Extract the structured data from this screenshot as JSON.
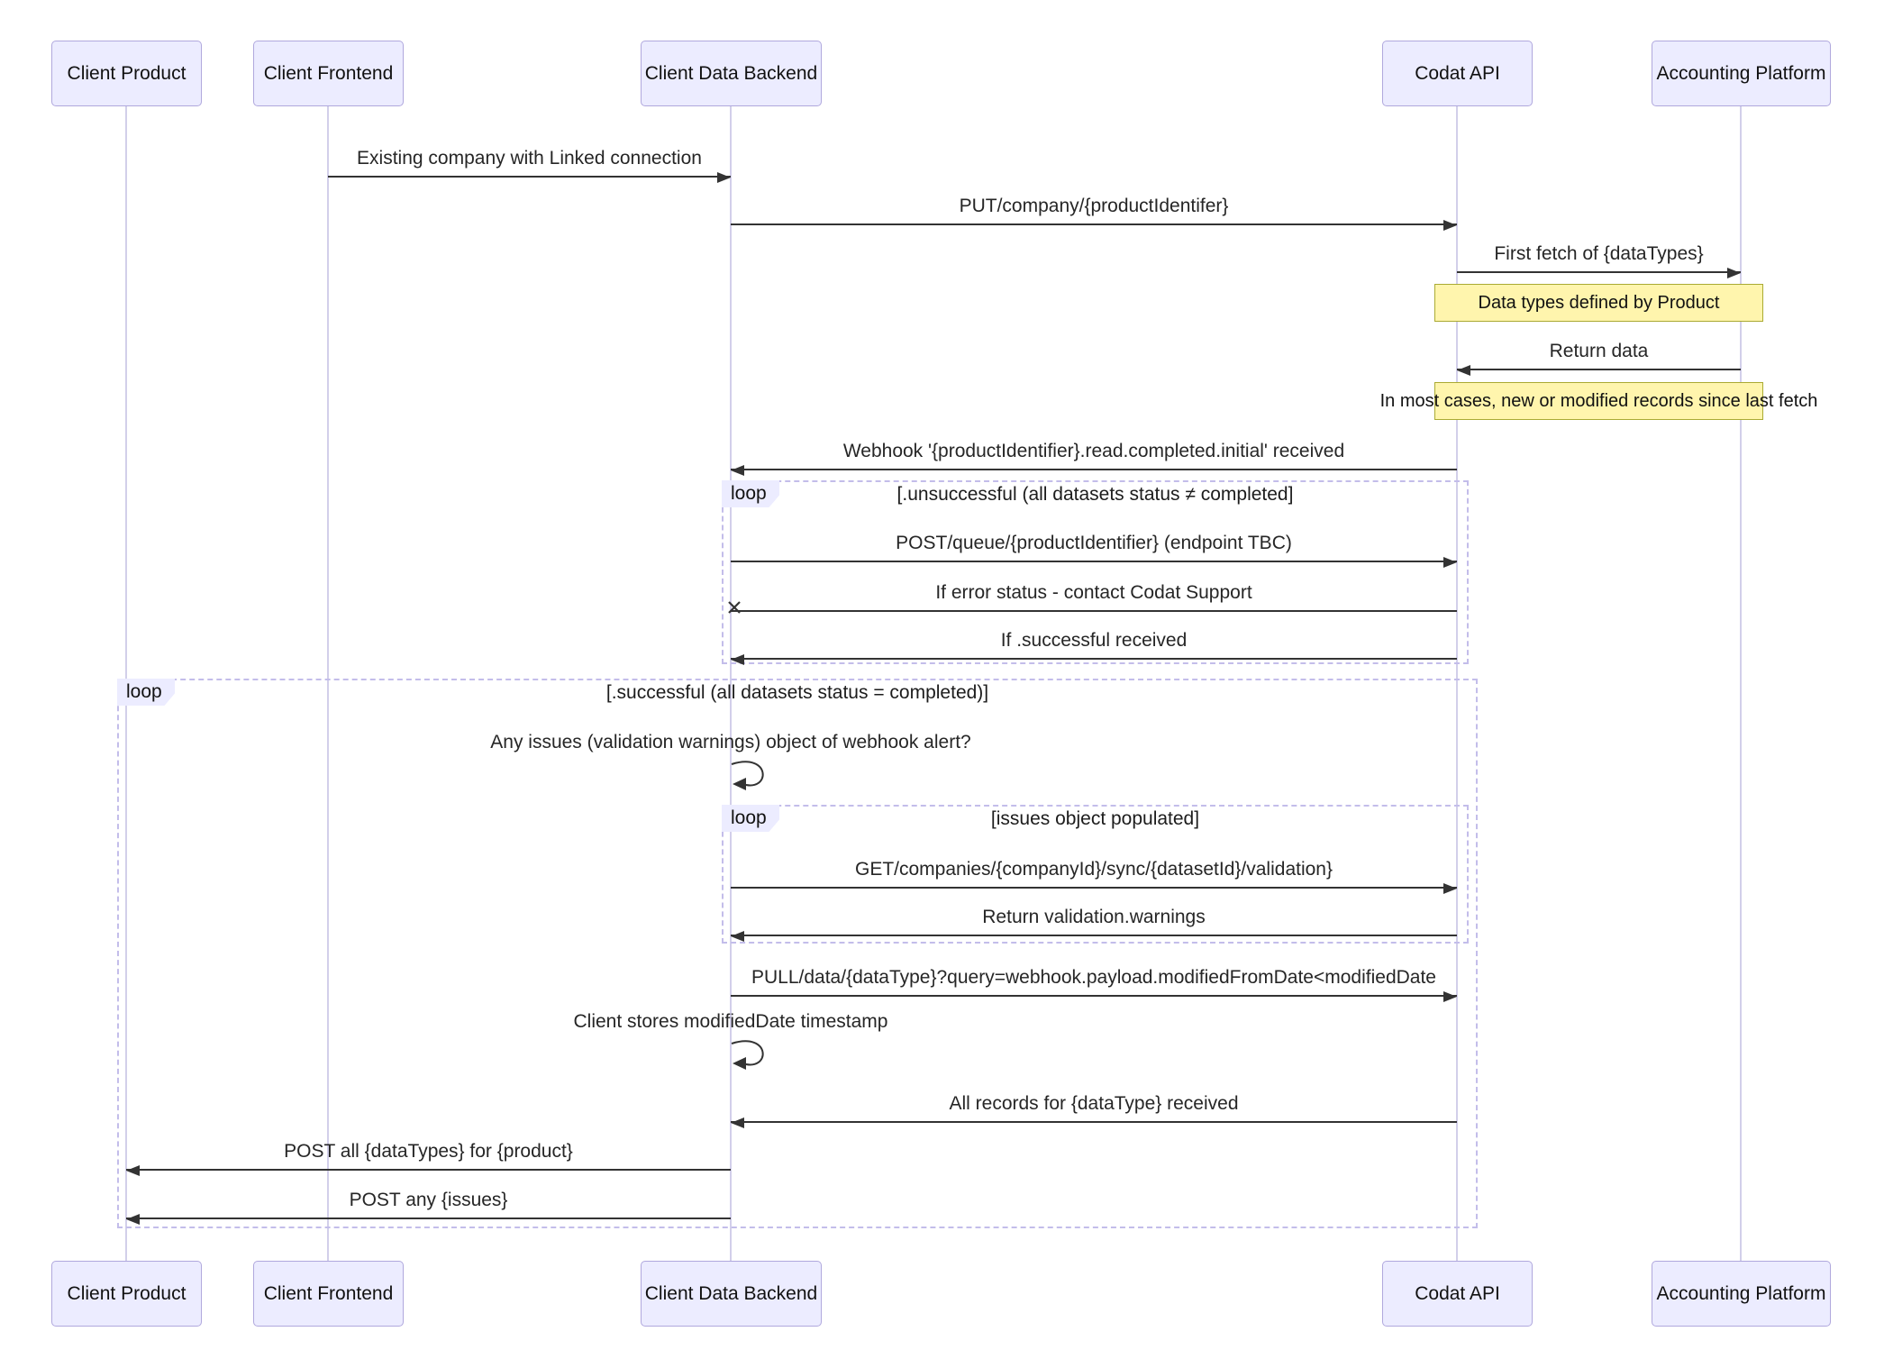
{
  "diagram": {
    "type": "sequence-diagram",
    "participants": [
      {
        "label": "Client Product"
      },
      {
        "label": "Client Frontend"
      },
      {
        "label": "Client Data Backend"
      },
      {
        "label": "Codat API"
      },
      {
        "label": "Accounting Platform"
      }
    ],
    "messages": [
      {
        "text": "Existing company with Linked connection",
        "from": "Client Frontend",
        "to": "Client Data Backend",
        "style": "arrow"
      },
      {
        "text": "PUT/company/{productIdentifer}",
        "from": "Client Data Backend",
        "to": "Codat API",
        "style": "arrow"
      },
      {
        "text": "First fetch of {dataTypes}",
        "from": "Codat API",
        "to": "Accounting Platform",
        "style": "arrow"
      },
      {
        "text": "Return data",
        "from": "Accounting Platform",
        "to": "Codat API",
        "style": "arrow"
      },
      {
        "text": "Webhook '{productIdentifier}.read.completed.initial' received",
        "from": "Codat API",
        "to": "Client Data Backend",
        "style": "arrow"
      },
      {
        "text": "POST/queue/{productIdentifier} (endpoint TBC)",
        "from": "Client Data Backend",
        "to": "Codat API",
        "style": "arrow"
      },
      {
        "text": "If error status - contact Codat Support",
        "from": "Codat API",
        "to": "Client Data Backend",
        "style": "cross"
      },
      {
        "text": "If .successful received",
        "from": "Codat API",
        "to": "Client Data Backend",
        "style": "arrow"
      },
      {
        "text": "Any issues (validation warnings) object of webhook alert?",
        "from": "Client Data Backend",
        "to": "Client Data Backend",
        "style": "self"
      },
      {
        "text": "GET/companies/{companyId}/sync/{datasetId}/validation}",
        "from": "Client Data Backend",
        "to": "Codat API",
        "style": "arrow"
      },
      {
        "text": "Return validation.warnings",
        "from": "Codat API",
        "to": "Client Data Backend",
        "style": "arrow"
      },
      {
        "text": "PULL/data/{dataType}?query=webhook.payload.modifiedFromDate<modifiedDate",
        "from": "Client Data Backend",
        "to": "Codat API",
        "style": "arrow"
      },
      {
        "text": "Client stores modifiedDate timestamp",
        "from": "Client Data Backend",
        "to": "Client Data Backend",
        "style": "self"
      },
      {
        "text": "All records for {dataType} received",
        "from": "Codat API",
        "to": "Client Data Backend",
        "style": "arrow"
      },
      {
        "text": "POST all {dataTypes} for {product}",
        "from": "Client Data Backend",
        "to": "Client Product",
        "style": "arrow"
      },
      {
        "text": "POST any {issues}",
        "from": "Client Data Backend",
        "to": "Client Product",
        "style": "arrow"
      }
    ],
    "notes": [
      {
        "text": "Data types defined by Product",
        "over": [
          "Codat API",
          "Accounting Platform"
        ]
      },
      {
        "text": "In most cases, new or modified records since last fetch",
        "over": [
          "Codat API",
          "Accounting Platform"
        ]
      }
    ],
    "loops": [
      {
        "label": "loop",
        "condition": "[.unsuccessful (all datasets status ≠ completed]"
      },
      {
        "label": "loop",
        "condition": "[.successful (all datasets status = completed)]"
      },
      {
        "label": "loop",
        "condition": "[issues object populated]"
      }
    ],
    "colors": {
      "actor_fill": "#ECECFF",
      "actor_border": "#b0a8dd",
      "note_fill": "#FFF5AD",
      "note_border": "#AAAA33",
      "loop_border": "#c3bdea",
      "arrow": "#333333",
      "background": "#FFFFFF"
    }
  }
}
